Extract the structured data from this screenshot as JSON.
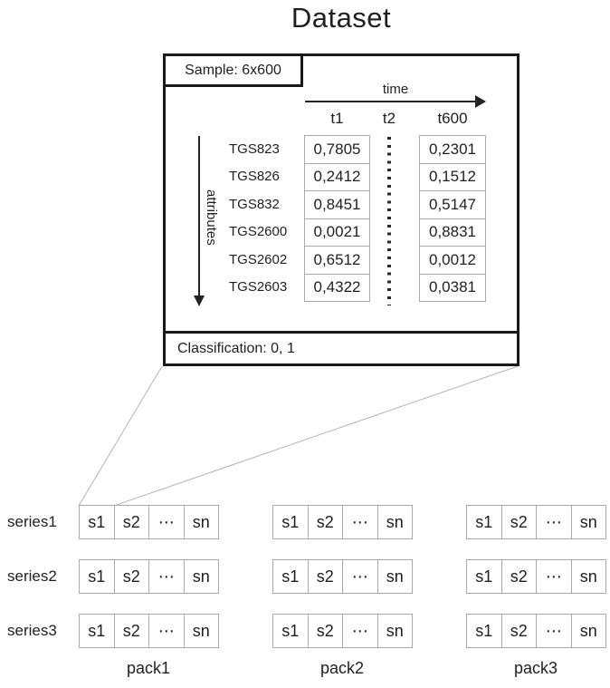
{
  "title": "Dataset",
  "dataset_box": {
    "sample_label": "Sample: 6x600",
    "time_axis_label": "time",
    "attributes_axis_label": "attributes",
    "time_ticks": [
      "t1",
      "t2",
      "t600"
    ],
    "rows": [
      {
        "name": "TGS823",
        "t1": "0,7805",
        "t600": "0,2301"
      },
      {
        "name": "TGS826",
        "t1": "0,2412",
        "t600": "0,1512"
      },
      {
        "name": "TGS832",
        "t1": "0,8451",
        "t600": "0,5147"
      },
      {
        "name": "TGS2600",
        "t1": "0,0021",
        "t600": "0,8831"
      },
      {
        "name": "TGS2602",
        "t1": "0,6512",
        "t600": "0,0012"
      },
      {
        "name": "TGS2603",
        "t1": "0,4322",
        "t600": "0,0381"
      }
    ],
    "classification_label": "Classification: 0, 1"
  },
  "series_labels": [
    "series1",
    "series2",
    "series3"
  ],
  "packs": [
    {
      "label": "pack1"
    },
    {
      "label": "pack2"
    },
    {
      "label": "pack3"
    }
  ],
  "pack_cells": [
    "s1",
    "s2",
    "⋯",
    "sn"
  ],
  "colors": {
    "ink": "#1f1f1f",
    "box_border": "#1a1a1a",
    "cell_border": "#a9a9a9",
    "connector_line": "#b3b3b3",
    "background": "#ffffff"
  }
}
